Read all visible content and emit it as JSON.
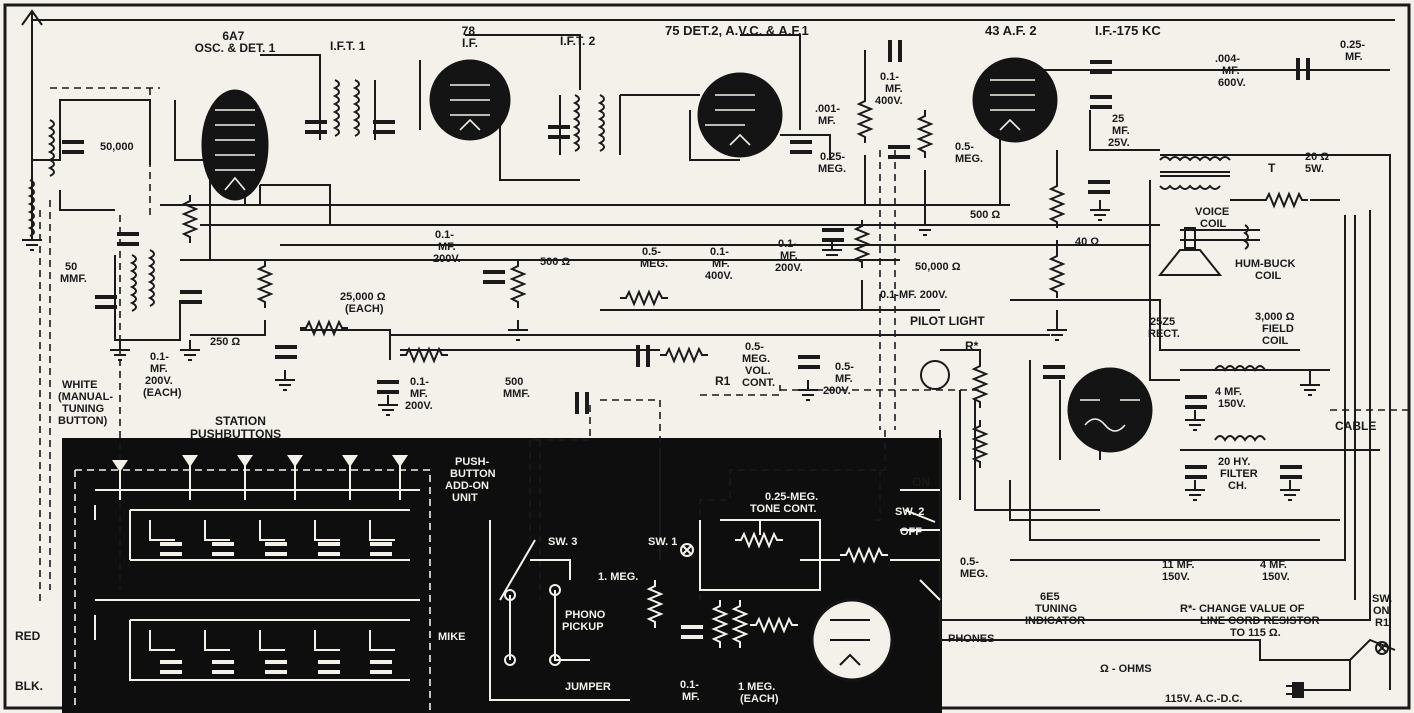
{
  "labels": {
    "tube_6a7": [
      "6A7",
      "OSC. & DET. 1"
    ],
    "tube_78": [
      "78",
      "I.F."
    ],
    "tube_75": [
      "75 DET.2, A.V.C. & A.F.1"
    ],
    "tube_43": [
      "43 A.F. 2"
    ],
    "if_freq": "I.F.-175 KC",
    "ift1": "I.F.T. 1",
    "ift2": "I.F.T. 2",
    "cap_025mf": [
      "0.25-",
      "MF."
    ],
    "cap_004mf": [
      ".004-",
      "MF.",
      "600V."
    ],
    "cap_01mf_400v_top": [
      "0.1-",
      "MF.",
      "400V."
    ],
    "cap_001mf": [
      ".001-",
      "MF."
    ],
    "res_025meg": [
      "0.25-",
      "MEG."
    ],
    "res_05meg_top": [
      "0.5-",
      "MEG."
    ],
    "cap_25mf": [
      "25",
      "MF.",
      "25V."
    ],
    "res_20ohm": [
      "20 Ω",
      "5W."
    ],
    "transformer_t": "T",
    "voice_coil": [
      "VOICE",
      "COIL"
    ],
    "hum_buck": [
      "HUM-BUCK",
      "COIL"
    ],
    "res_50000_left": "50,000",
    "cap_50mmf": [
      "50",
      "MMF."
    ],
    "cap_01mf_200v_left": [
      "0.1-",
      "MF.",
      "200V."
    ],
    "res_500_mid": "500 Ω",
    "res_05meg_mid": [
      "0.5-",
      "MEG."
    ],
    "cap_01mf_400v_mid": [
      "0.1-",
      "MF.",
      "400V."
    ],
    "cap_01mf_200v_mid": [
      "0.1-",
      "MF.",
      "200V."
    ],
    "res_500_right": "500 Ω",
    "res_40": "40 Ω",
    "res_50000_right": "50,000 Ω",
    "res_25000": [
      "25,000 Ω",
      "(EACH)"
    ],
    "res_250": "250 Ω",
    "cap_01mf_200v_note": "0.1-MF. 200V.",
    "pilot_light": "PILOT LIGHT",
    "tube_25z5": [
      "25Z5",
      "RECT."
    ],
    "field_coil": [
      "3,000 Ω",
      "FIELD",
      "COIL"
    ],
    "r_star": "R*",
    "cap_01mf_200v_each": [
      "0.1-",
      "MF.",
      "200V.",
      "(EACH)"
    ],
    "white_button": [
      "WHITE",
      "(MANUAL-",
      "TUNING",
      "BUTTON)"
    ],
    "cap_01mf_200v_bottom": [
      "0.1-",
      "MF.",
      "200V."
    ],
    "cap_500mmf": [
      "500",
      "MMF."
    ],
    "r1": "R1",
    "vol_cont": [
      "0.5-",
      "MEG.",
      "VOL.",
      "CONT."
    ],
    "cap_05mf_200v": [
      "0.5-",
      "MF.",
      "200V."
    ],
    "cap_4mf": [
      "4 MF.",
      "150V."
    ],
    "filter_choke": [
      "20 HY.",
      "FILTER",
      "CH."
    ],
    "cable": "CABLE",
    "station_pushbuttons": [
      "STATION",
      "PUSHBUTTONS"
    ],
    "pushbutton_unit": [
      "PUSH-",
      "BUTTON",
      "ADD-ON",
      "UNIT"
    ],
    "sw3": "SW. 3",
    "sw1": "SW. 1",
    "mike": "MIKE",
    "phono": [
      "PHONO",
      "PICKUP"
    ],
    "jumper": "JUMPER",
    "res_1meg": "1. MEG.",
    "cap_01mf_bottom": [
      "0.1-",
      "MF."
    ],
    "res_1meg_each": [
      "1 MEG.",
      "(EACH)"
    ],
    "tone_cont": [
      "0.25-MEG.",
      "TONE CONT."
    ],
    "sw2": "SW. 2",
    "on": "ON",
    "off": "OFF",
    "res_05meg_low": [
      "0.5-",
      "MEG."
    ],
    "phones": "PHONES",
    "tube_6e5": [
      "6E5",
      "TUNING",
      "INDICATOR"
    ],
    "cap_11mf": [
      "11 MF.",
      "150V."
    ],
    "cap_4mf_low": [
      "4 MF.",
      "150V."
    ],
    "note_r": [
      "R*- CHANGE VALUE OF",
      "LINE CORD RESISTOR",
      "TO 115 Ω."
    ],
    "sw_on_r1": [
      "SW.",
      "ON",
      "R1"
    ],
    "ohms": "Ω - OHMS",
    "supply": "115V. A.C.-D.C.",
    "red": "RED",
    "blk": "BLK."
  }
}
